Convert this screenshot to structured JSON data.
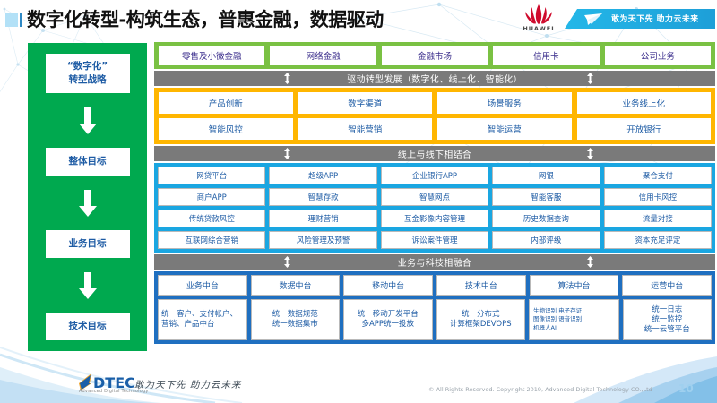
{
  "header": {
    "title": "数字化转型-构筑生态，普惠金融，数据驱动",
    "brand": "HUAWEI",
    "slogan": "敢为天下先 助力云未来",
    "title_icon": "bar-chart-icon",
    "huawei_icon": "huawei-flower-logo",
    "banner_icon": "paper-plane-icon"
  },
  "strategy": {
    "steps": [
      {
        "label": "“数字化”\n转型战略"
      },
      {
        "label": "整体目标"
      },
      {
        "label": "业务目标"
      },
      {
        "label": "技术目标"
      }
    ],
    "arrow_icon": "down-arrow-icon"
  },
  "business_band": {
    "color": "#7ac143",
    "items": [
      "零售及小微金融",
      "网络金融",
      "金融市场",
      "信用卡",
      "公司业务"
    ]
  },
  "connector_1": {
    "label": "驱动转型发展（数字化、线上化、智能化）",
    "color": "#7a7a7a",
    "arrow_icon": "up-down-arrow-icon"
  },
  "capability_band": {
    "color": "#ffb600",
    "rows": [
      [
        "产品创新",
        "数字渠道",
        "场景服务",
        "业务线上化"
      ],
      [
        "智能风控",
        "智能营销",
        "智能运营",
        "开放银行"
      ]
    ]
  },
  "connector_2": {
    "label": "线上与线下相结合",
    "color": "#7a7a7a",
    "arrow_icon": "up-down-arrow-icon"
  },
  "application_band": {
    "color": "#1aa6e1",
    "rows": [
      [
        "网贷平台",
        "超级APP",
        "企业银行APP",
        "网银",
        "聚合支付"
      ],
      [
        "商户APP",
        "智慧存款",
        "智慧网点",
        "智能客服",
        "信用卡风控"
      ],
      [
        "传统贷款风控",
        "理财营销",
        "互金影像内容管理",
        "历史数据查询",
        "流量对接"
      ],
      [
        "互联网综合营销",
        "风险管理及预警",
        "诉讼案件管理",
        "内部评级",
        "资本充足评定"
      ]
    ]
  },
  "connector_3": {
    "label": "业务与科技相融合",
    "color": "#7a7a7a",
    "arrow_icon": "up-down-arrow-icon"
  },
  "platform_band": {
    "color": "#1f6fc0",
    "headers": [
      "业务中台",
      "数据中台",
      "移动中台",
      "技术中台",
      "算法中台",
      "运营中台"
    ],
    "bodies": [
      "统一客户、支付帐户、营销、产品中台",
      "统一数据规范\n统一数据集市",
      "统一移动开发平台\n多APP统一投放",
      "统一分布式\n计算框架DEVOPS",
      "生物识别 电子存证\n图像识别 语音识别\n机器人AI",
      "统一日志\n统一监控\n统一云管平台"
    ]
  },
  "footer": {
    "logo_text": "DTEC",
    "logo_sub": "Advanced Digital Technology",
    "slogan": "敢为天下先  助力云未来",
    "copyright": "© All Rights Reserved. Copyright 2019, Advanced Digital Technology CO.,Ltd",
    "page_number": "10"
  }
}
